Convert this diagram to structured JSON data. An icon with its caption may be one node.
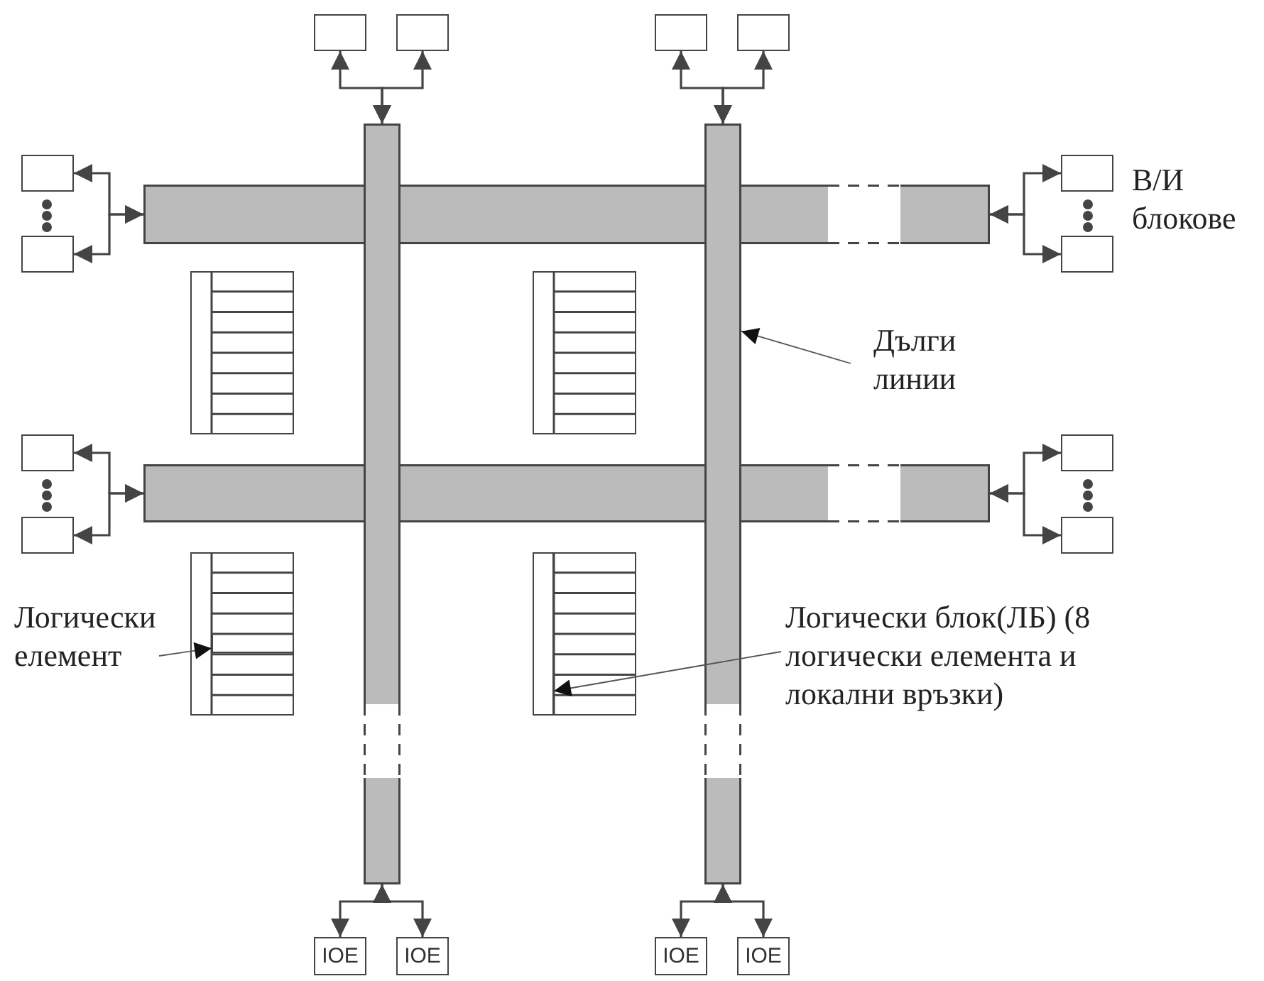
{
  "diagram": {
    "nodes": [
      {
        "text": [],
        "shape": "box"
      },
      {
        "text": [],
        "shape": "box"
      },
      {
        "text": [],
        "shape": "box"
      },
      {
        "text": [],
        "shape": "box"
      },
      {
        "text": [],
        "shape": "bar"
      },
      {
        "text": [],
        "shape": "bar"
      },
      {
        "text": [],
        "shape": "box"
      },
      {
        "text": [],
        "shape": "box"
      },
      {
        "text": [],
        "shape": "bar"
      },
      {
        "text": [],
        "shape": "box"
      },
      {
        "text": [],
        "shape": "box"
      },
      {
        "text": [],
        "shape": "box"
      },
      {
        "text": [],
        "shape": "box"
      },
      {
        "text": [
          "Дълги линии"
        ]
      },
      {
        "text": [],
        "shape": "box"
      },
      {
        "text": [],
        "shape": "box"
      },
      {
        "text": [],
        "shape": "bar"
      },
      {
        "text": [],
        "shape": "box"
      },
      {
        "text": [],
        "shape": "box"
      },
      {
        "text": [
          "Логически елемент"
        ]
      },
      {
        "text": [],
        "shape": "box"
      },
      {
        "text": [],
        "shape": "box",
        "in": 20
      },
      {
        "text": [],
        "shape": "box"
      },
      {
        "text": [],
        "shape": "bar",
        "in": 22
      },
      {
        "text": [
          "Логически блок(ЛБ) (8 логически елемента и локални връзки)"
        ]
      },
      {
        "text": [
          "IOE"
        ]
      },
      {
        "text": [
          "IOE"
        ]
      },
      {
        "text": [
          "IOE"
        ]
      },
      {
        "text": [
          "IOE"
        ]
      }
    ],
    "edges": [
      {
        "from": 4,
        "to": 0,
        "arrow": "both"
      },
      {
        "from": 4,
        "to": 1,
        "arrow": "both"
      },
      {
        "from": 5,
        "to": 2,
        "arrow": "both"
      },
      {
        "from": 5,
        "to": 3,
        "arrow": "both"
      },
      {
        "from": 8,
        "to": 6,
        "arrow": "both"
      },
      {
        "from": 8,
        "to": 7,
        "arrow": "both"
      },
      {
        "from": 8,
        "to": 9,
        "arrow": "both"
      },
      {
        "from": 8,
        "to": 10,
        "arrow": "both"
      },
      {
        "from": 13,
        "to": 5,
        "arrow": "to"
      },
      {
        "from": 16,
        "to": 14,
        "arrow": "both"
      },
      {
        "from": 16,
        "to": 15,
        "arrow": "both"
      },
      {
        "from": 16,
        "to": 17,
        "arrow": "both"
      },
      {
        "from": 16,
        "to": 18,
        "arrow": "both"
      },
      {
        "from": 19,
        "to": 21,
        "arrow": "to"
      },
      {
        "from": 24,
        "to": 23,
        "arrow": "to"
      },
      {
        "from": 4,
        "to": 25,
        "arrow": "both"
      },
      {
        "from": 4,
        "to": 26,
        "arrow": "both"
      },
      {
        "from": 5,
        "to": 27,
        "arrow": "both"
      },
      {
        "from": 5,
        "to": 28,
        "arrow": "both"
      }
    ],
    "labels": [
      "В/И блокове"
    ]
  }
}
